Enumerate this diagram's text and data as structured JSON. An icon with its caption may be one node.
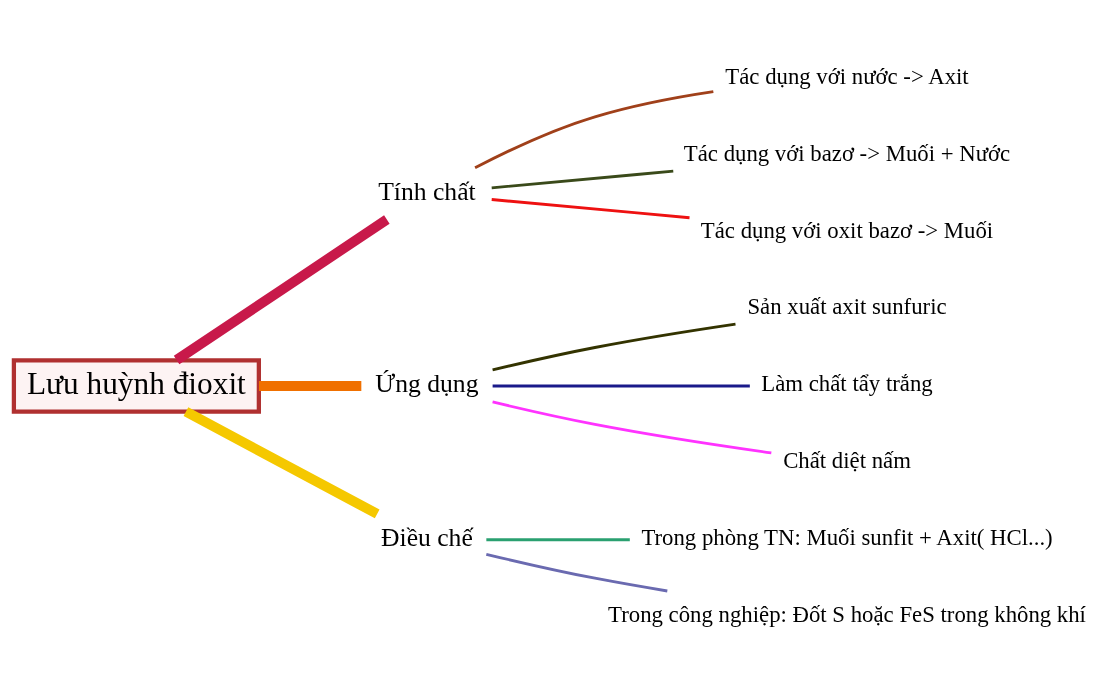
{
  "diagram": {
    "nodes": [
      {
        "text": [
          "Lưu huỳnh đioxit"
        ]
      },
      {
        "text": [
          "Tính chất"
        ]
      },
      {
        "text": [
          "Tác dụng với nước -> Axit"
        ]
      },
      {
        "text": [
          "Tác dụng với bazơ -> Muối + Nước"
        ]
      },
      {
        "text": [
          "Tác dụng với oxit bazơ -> Muối"
        ]
      },
      {
        "text": [
          "Ứng dụng"
        ]
      },
      {
        "text": [
          "Sản xuất axit sunfuric"
        ]
      },
      {
        "text": [
          "Làm chất tẩy trắng"
        ]
      },
      {
        "text": [
          "Chất diệt nấm"
        ]
      },
      {
        "text": [
          "Điều chế"
        ]
      },
      {
        "text": [
          "Trong phòng TN: Muối sunfit + Axit( HCl...)"
        ]
      },
      {
        "text": [
          "Trong công nghiệp: Đốt S hoặc FeS trong không khí"
        ]
      }
    ],
    "edges": [
      {
        "from": 0,
        "to": 1,
        "arrow": "none",
        "style": "thick",
        "color": "#c8194a"
      },
      {
        "from": 1,
        "to": 2,
        "arrow": "none",
        "color": "#a0401a"
      },
      {
        "from": 1,
        "to": 3,
        "arrow": "none",
        "color": "#3a4a1a"
      },
      {
        "from": 1,
        "to": 4,
        "arrow": "none",
        "color": "#ee1111"
      },
      {
        "from": 0,
        "to": 5,
        "arrow": "none",
        "style": "thick",
        "color": "#f07000"
      },
      {
        "from": 5,
        "to": 6,
        "arrow": "none",
        "color": "#333300"
      },
      {
        "from": 5,
        "to": 7,
        "arrow": "none",
        "color": "#1a1a8a"
      },
      {
        "from": 5,
        "to": 8,
        "arrow": "none",
        "color": "#ff33ff"
      },
      {
        "from": 0,
        "to": 9,
        "arrow": "none",
        "style": "thick",
        "color": "#f5c800"
      },
      {
        "from": 9,
        "to": 10,
        "arrow": "none",
        "color": "#2aa070"
      },
      {
        "from": 9,
        "to": 11,
        "arrow": "none",
        "color": "#6a6ab0"
      }
    ]
  }
}
